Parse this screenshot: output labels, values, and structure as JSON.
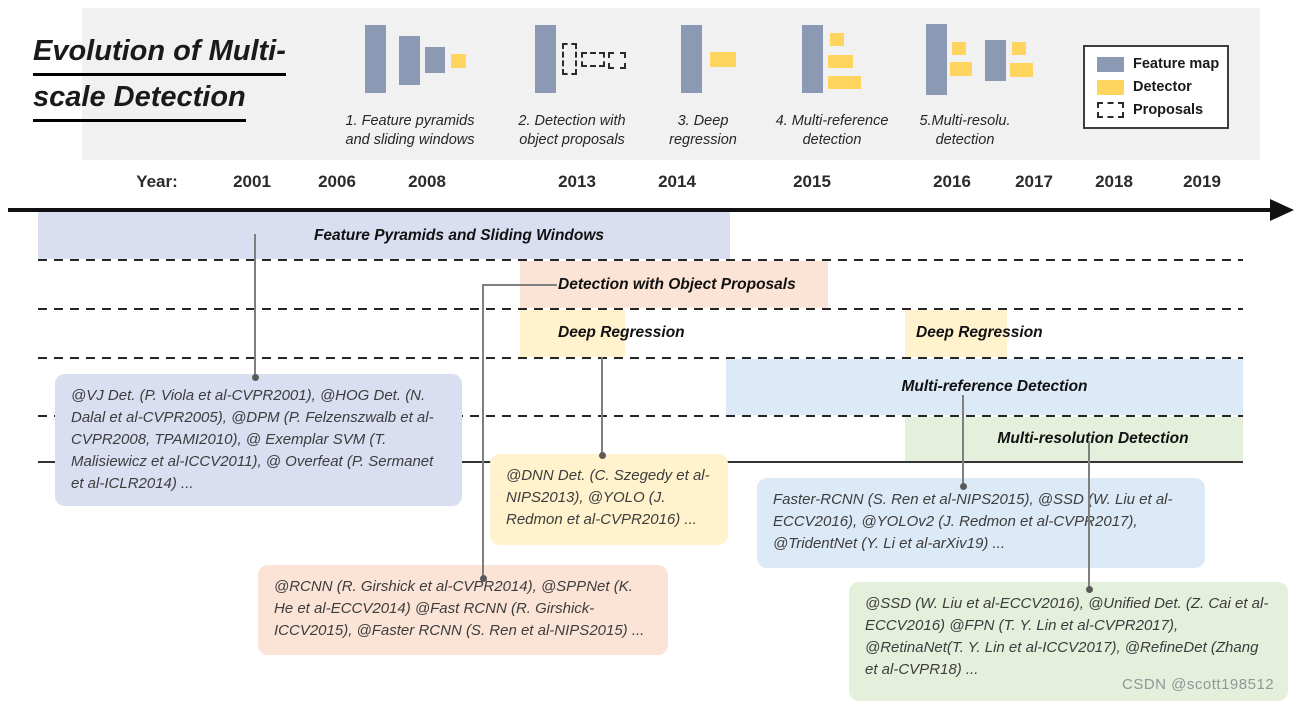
{
  "title": {
    "line1": "Evolution of Multi-",
    "line2": "scale Detection"
  },
  "top_panel": {
    "stages": [
      {
        "label_line1": "1. Feature pyramids",
        "label_line2": "and sliding windows"
      },
      {
        "label_line1": "2. Detection with",
        "label_line2": "object proposals"
      },
      {
        "label_line1": "3. Deep",
        "label_line2": "regression"
      },
      {
        "label_line1": "4. Multi-reference",
        "label_line2": "detection"
      },
      {
        "label_line1": "5.Multi-resolu.",
        "label_line2": "detection"
      }
    ],
    "legend": {
      "items": [
        {
          "label": "Feature map"
        },
        {
          "label": "Detector"
        },
        {
          "label": "Proposals"
        }
      ]
    }
  },
  "timeline": {
    "year_label": "Year:",
    "years": [
      "2001",
      "2006",
      "2008",
      "2013",
      "2014",
      "2015",
      "2016",
      "2017",
      "2018",
      "2019"
    ]
  },
  "bands": [
    {
      "label": "Feature Pyramids and Sliding Windows"
    },
    {
      "label": "Detection with Object Proposals"
    },
    {
      "label": "Deep Regression"
    },
    {
      "label": "Deep Regression"
    },
    {
      "label": "Multi-reference Detection"
    },
    {
      "label": "Multi-resolution Detection"
    }
  ],
  "citation_boxes": [
    {
      "text": "@VJ Det. (P. Viola et al-CVPR2001), @HOG Det. (N. Dalal et al-CVPR2005), @DPM (P. Felzenszwalb et al-CVPR2008, TPAMI2010), @ Exemplar SVM (T. Malisiewicz et al-ICCV2011), @ Overfeat (P. Sermanet et al-ICLR2014) ..."
    },
    {
      "text": "@DNN Det. (C. Szegedy et al-NIPS2013), @YOLO (J. Redmon et al-CVPR2016) ..."
    },
    {
      "text": "@RCNN (R. Girshick et al-CVPR2014), @SPPNet (K. He et al-ECCV2014) @Fast RCNN (R. Girshick-ICCV2015), @Faster RCNN (S. Ren et al-NIPS2015) ..."
    },
    {
      "text": "Faster-RCNN (S. Ren et al-NIPS2015), @SSD (W. Liu et al-ECCV2016), @YOLOv2 (J. Redmon et al-CVPR2017), @TridentNet (Y. Li et al-arXiv19) ..."
    },
    {
      "text": "@SSD (W. Liu et al-ECCV2016), @Unified Det. (Z. Cai et al-ECCV2016) @FPN (T. Y. Lin et al-CVPR2017), @RetinaNet(T. Y. Lin et al-ICCV2017), @RefineDet (Zhang et al-CVPR18) ..."
    }
  ],
  "watermark": "CSDN @scott198512",
  "colors": {
    "feature_map": "#8b99b4",
    "detector": "#fdd55f",
    "top_panel_bg": "#f1f1f2",
    "band_sliding_windows": "#d9def1",
    "band_object_proposals": "#fbe3d6",
    "band_deep_regression": "#fff2cc",
    "band_multi_reference": "#dce9f6",
    "band_multi_resolution": "#e4efdc",
    "line": "#262626",
    "connector": "#7f7f7f"
  }
}
